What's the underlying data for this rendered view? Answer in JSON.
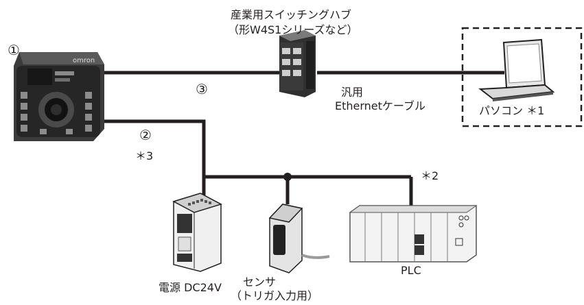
{
  "markers": {
    "camera": "①",
    "cable_io": "②",
    "cable_ethernet": "③"
  },
  "labels": {
    "hub_line1": "産業用スイッチングハブ",
    "hub_line2": "（形W4S1シリーズなど）",
    "cable_line1": "汎用",
    "cable_line2": "Ethernetケーブル",
    "pc": "パソコン ＊1",
    "note_3": "＊3",
    "note_2": "＊2",
    "power": "電源 DC24V",
    "sensor_line1": "センサ",
    "sensor_line2": "（トリガ入力用）",
    "plc": "PLC",
    "camera_brand": "omron"
  },
  "colors": {
    "line": "#231f20",
    "device_body": "#2b2b2b",
    "light_gray": "#e6e6e6"
  }
}
